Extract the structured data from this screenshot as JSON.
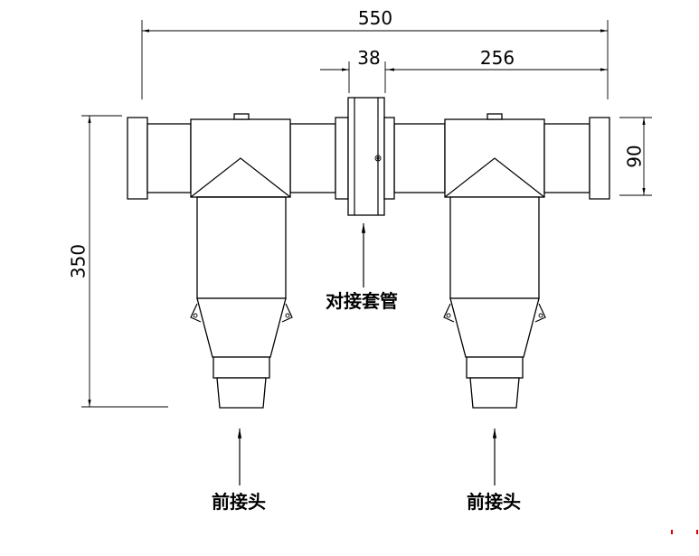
{
  "dimensions": {
    "total_width": "550",
    "sleeve_width": "38",
    "half_width": "256",
    "pipe_height": "90",
    "total_height": "350"
  },
  "labels": {
    "sleeve": "对接套管",
    "left_connector": "前接头",
    "right_connector": "前接头"
  }
}
